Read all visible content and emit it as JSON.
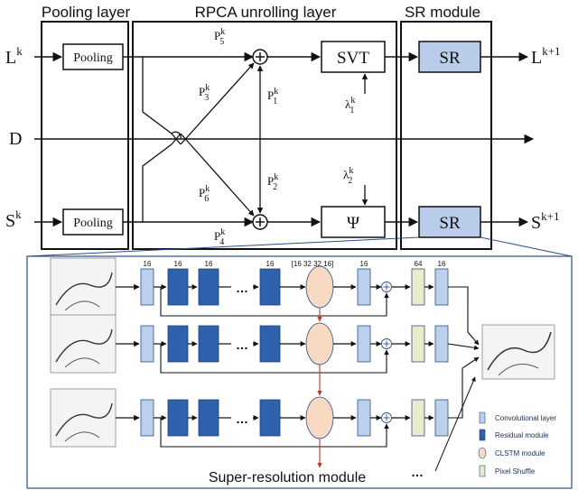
{
  "sections": {
    "pooling": "Pooling layer",
    "rpca": "RPCA unrolling layer",
    "sr": "SR module"
  },
  "inputs": {
    "L": "L",
    "L_sup": "k",
    "D": "D",
    "S": "S",
    "S_sup": "k"
  },
  "outputs": {
    "L": "L",
    "L_sup": "k+1",
    "S": "S",
    "S_sup": "k+1"
  },
  "blocks": {
    "pool_top": "Pooling",
    "pool_bottom": "Pooling",
    "svt": "SVT",
    "psi": "Ψ",
    "sr_top": "SR",
    "sr_bottom": "SR"
  },
  "params": [
    {
      "key": "p5",
      "base": "P",
      "sub": "5",
      "sup": "k"
    },
    {
      "key": "p3",
      "base": "P",
      "sub": "3",
      "sup": "k"
    },
    {
      "key": "p1",
      "base": "P",
      "sub": "1",
      "sup": "k"
    },
    {
      "key": "p2",
      "base": "P",
      "sub": "2",
      "sup": "k"
    },
    {
      "key": "p6",
      "base": "P",
      "sub": "6",
      "sup": "k"
    },
    {
      "key": "p4",
      "base": "P",
      "sub": "4",
      "sup": "k"
    },
    {
      "key": "l1",
      "base": "λ",
      "sub": "1",
      "sup": "k"
    },
    {
      "key": "l2",
      "base": "λ",
      "sub": "2",
      "sup": "k"
    }
  ],
  "sr_detail": {
    "channels": [
      "16",
      "16",
      "16",
      "16",
      "[16 32 32 16]",
      "16",
      "64",
      "16"
    ],
    "ellipsis": "…",
    "caption": "Super-resolution module",
    "caption_ellipsis": "…",
    "legend": [
      {
        "label": "Convolutional layer",
        "icon": "conv-layer-icon"
      },
      {
        "label": "Residual module",
        "icon": "residual-module-icon"
      },
      {
        "label": "CLSTM module",
        "icon": "clstm-module-icon"
      },
      {
        "label": "Pixel Shuffle",
        "icon": "pixel-shuffle-icon"
      }
    ]
  },
  "colors": {
    "sr_fill": "#b9cdea",
    "conv": "#bcd0ec",
    "residual": "#2e62ad",
    "clstm": "#f8d9c2",
    "pixel_shuffle": "#e7eccb",
    "skip_arrow": "#c0392b",
    "frame": "#2b4f8a"
  }
}
